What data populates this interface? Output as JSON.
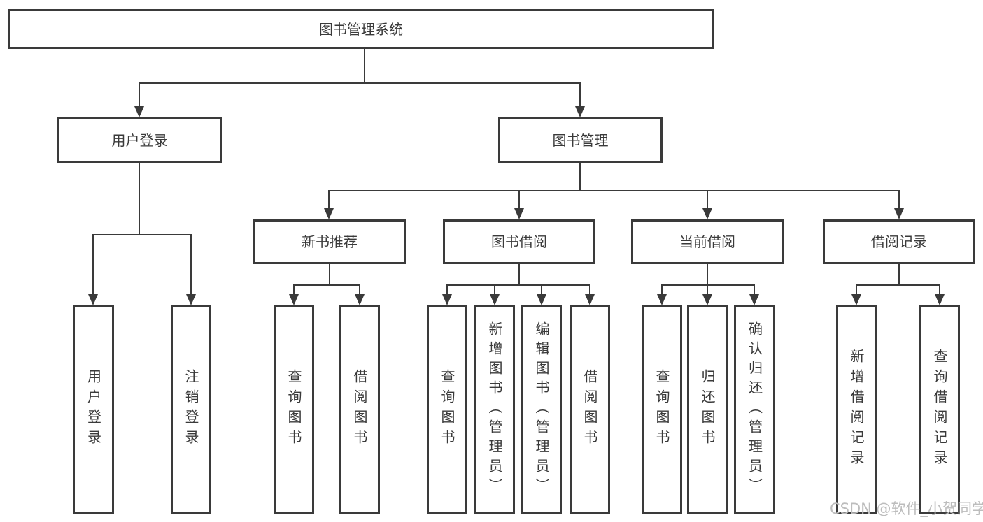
{
  "diagram": {
    "title": "图书管理系统",
    "root": {
      "label": "图书管理系统"
    },
    "user_login": {
      "label": "用户登录",
      "children": [
        {
          "label": "用户登录"
        },
        {
          "label": "注销登录"
        }
      ]
    },
    "book_mgmt": {
      "label": "图书管理",
      "children": [
        {
          "label": "新书推荐",
          "children": [
            {
              "label": "查询图书"
            },
            {
              "label": "借阅图书"
            }
          ]
        },
        {
          "label": "图书借阅",
          "children": [
            {
              "label": "查询图书"
            },
            {
              "label": "新增图书（管理员）"
            },
            {
              "label": "编辑图书（管理员）"
            },
            {
              "label": "借阅图书"
            }
          ]
        },
        {
          "label": "当前借阅",
          "children": [
            {
              "label": "查询图书"
            },
            {
              "label": "归还图书"
            },
            {
              "label": "确认归还（管理员）"
            }
          ]
        },
        {
          "label": "借阅记录",
          "children": [
            {
              "label": "新增借阅记录"
            },
            {
              "label": "查询借阅记录"
            }
          ]
        }
      ]
    },
    "watermark": "CSDN @软件_小贺同学",
    "colors": {
      "line": "#3a3a3a",
      "text": "#3a3a3a",
      "background": "#ffffff",
      "watermark": "#bdbdbd"
    }
  }
}
